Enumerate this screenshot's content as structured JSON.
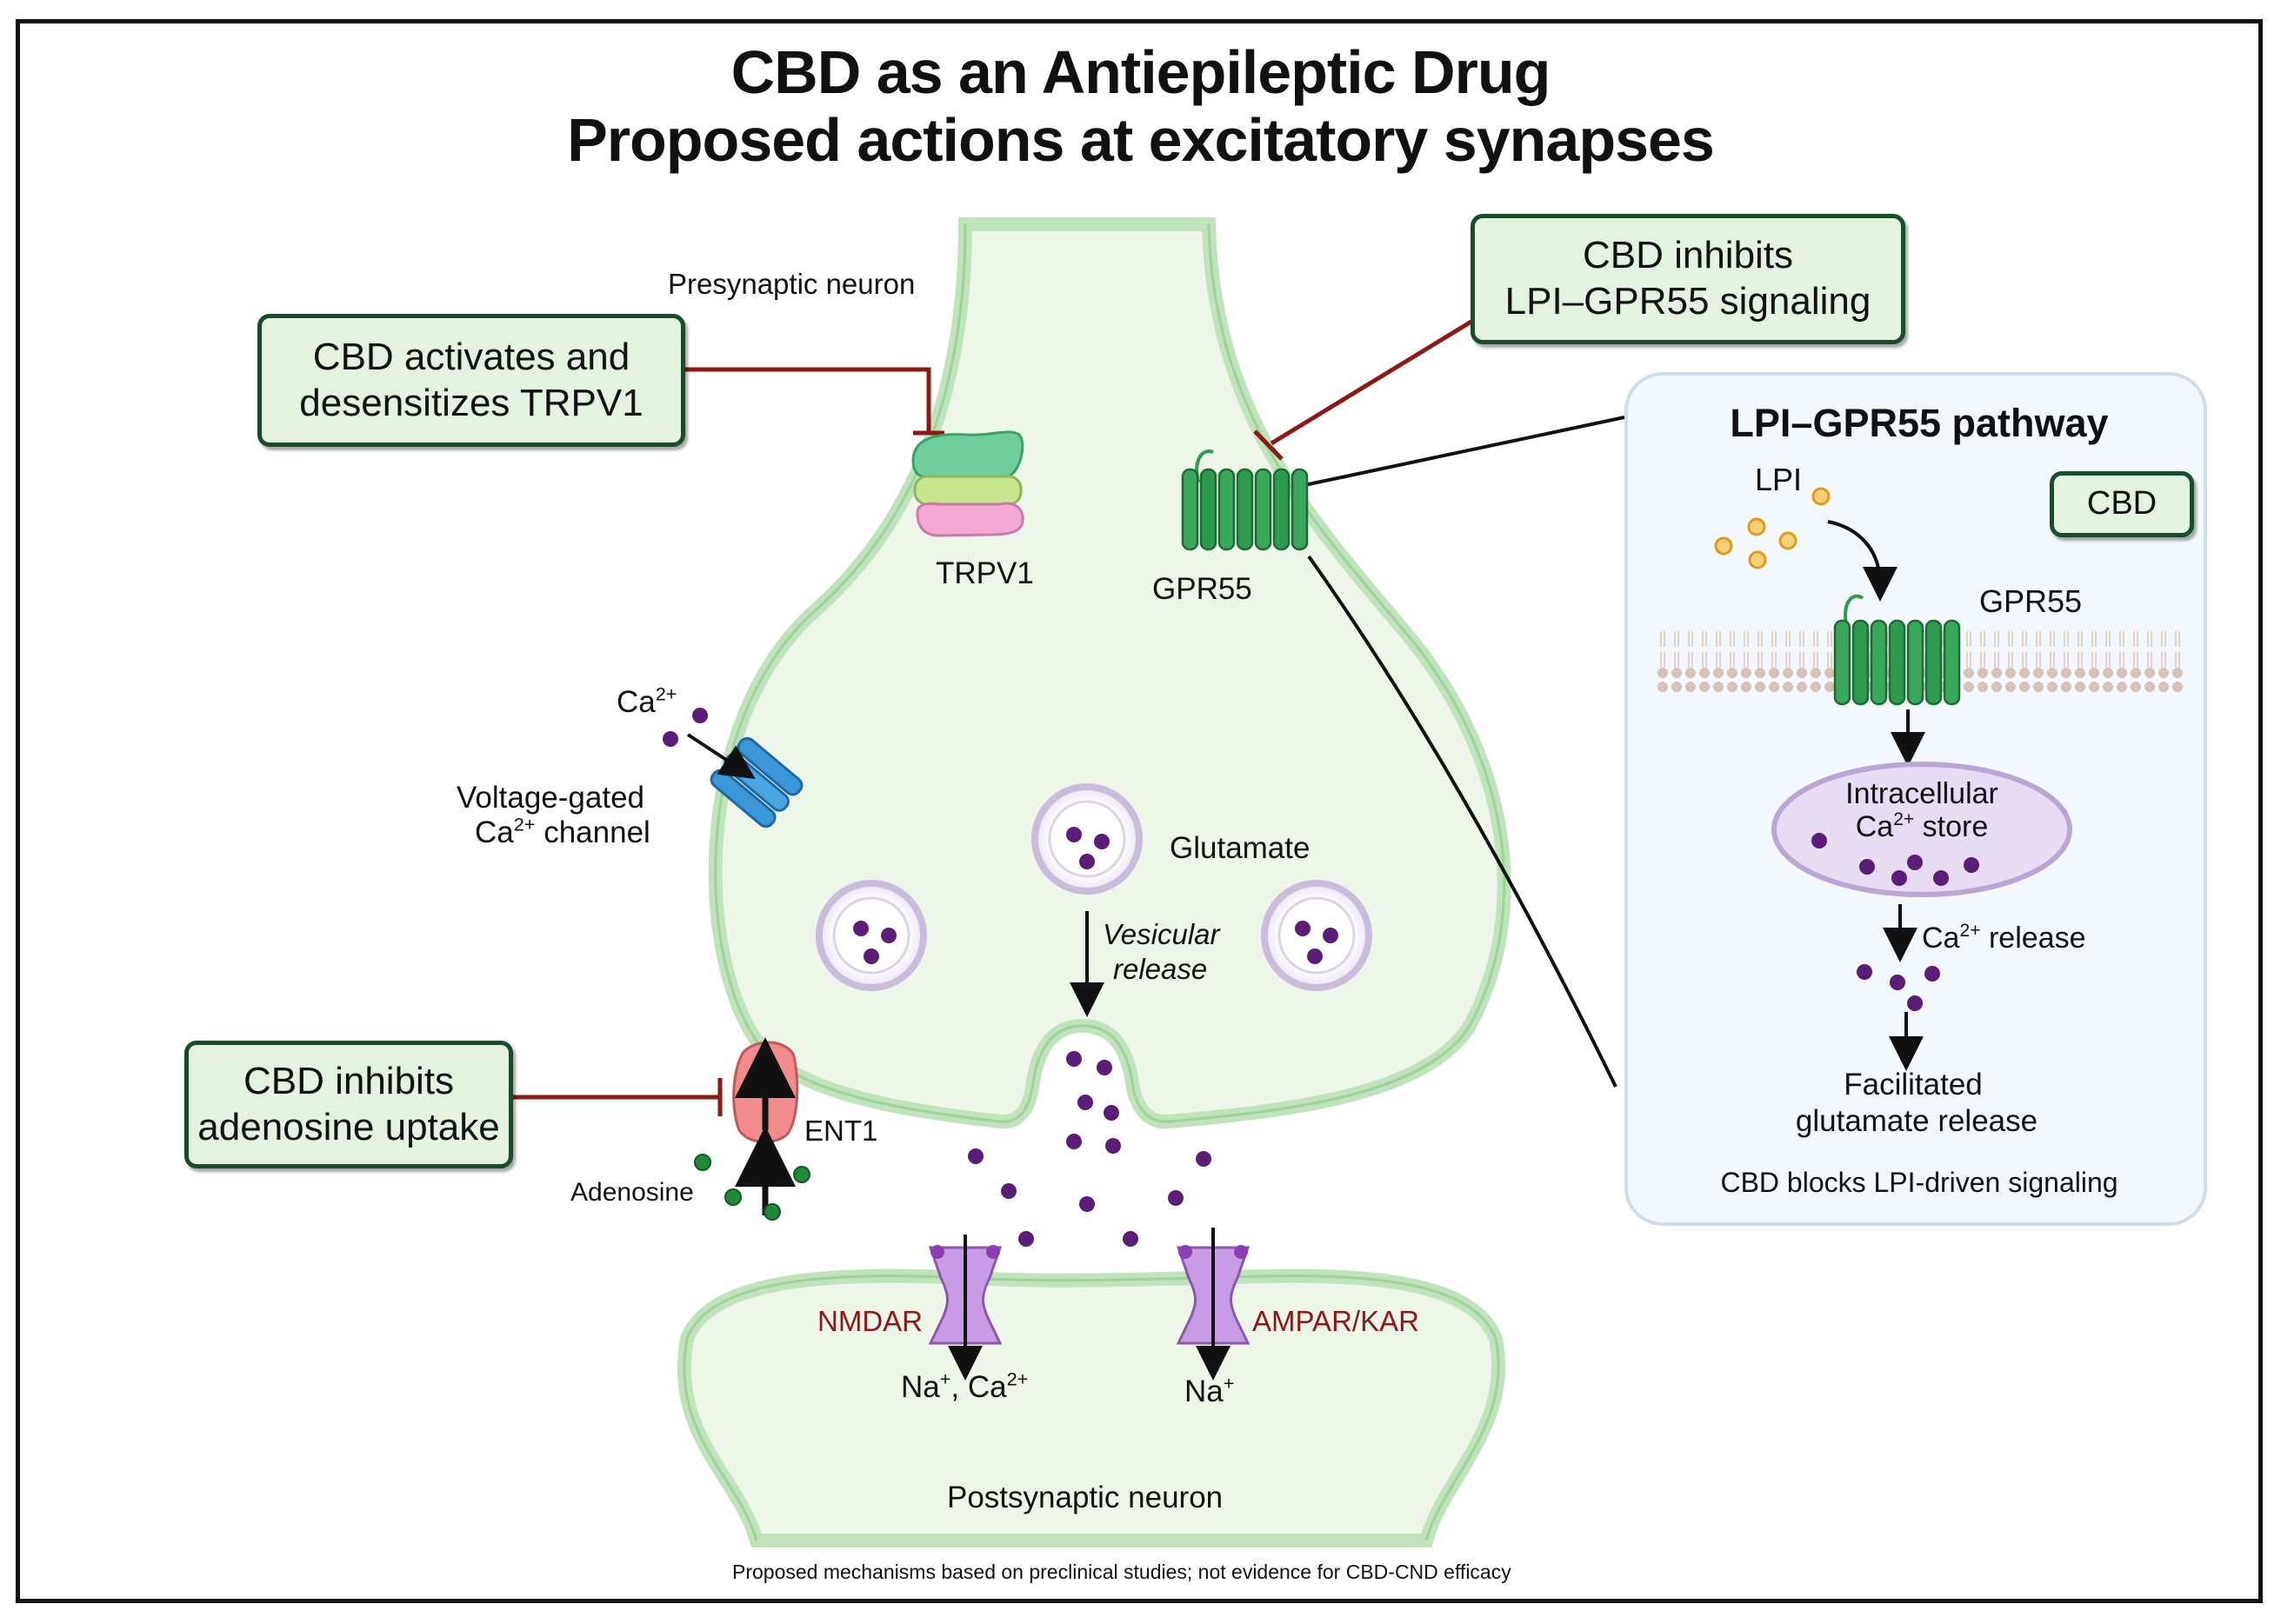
{
  "title": {
    "line1": "CBD as an Antiepileptic Drug",
    "line2": "Proposed actions at excitatory synapses"
  },
  "callouts": {
    "trpv1": {
      "line1": "CBD activates and",
      "line2": "desensitizes TRPV1"
    },
    "gpr55": {
      "line1": "CBD inhibits",
      "line2": "LPI–GPR55 signaling"
    },
    "ent1": {
      "line1": "CBD inhibits",
      "line2": "adenosine uptake"
    }
  },
  "labels": {
    "presynaptic": "Presynaptic neuron",
    "trpv1": "TRPV1",
    "gpr55": "GPR55",
    "ca_ion": "Ca",
    "ca_sup": "2+",
    "vgcc_line1": "Voltage-gated",
    "vgcc_line2_ca": "Ca",
    "vgcc_line2_sup": "2+",
    "vgcc_line2_rest": " channel",
    "glutamate": "Glutamate",
    "vesicular_line1": "Vesicular",
    "vesicular_line2": "release",
    "ent1": "ENT1",
    "adenosine": "Adenosine",
    "nmdar": "NMDAR",
    "ampar": "AMPAR/KAR",
    "nmdar_ions_na": "Na",
    "nmdar_ions_plus": "+",
    "nmdar_ions_ca": ", Ca",
    "nmdar_ions_2plus": "2+",
    "ampar_ions_na": "Na",
    "ampar_ions_plus": "+",
    "postsynaptic": "Postsynaptic neuron",
    "footnote": "Proposed mechanisms based on preclinical studies; not evidence for CBD-CND efficacy"
  },
  "panel": {
    "title": "LPI–GPR55 pathway",
    "lpi": "LPI",
    "cbd": "CBD",
    "gpr55": "GPR55",
    "store_line1": "Intracellular",
    "store_ca": "Ca",
    "store_sup": "2+",
    "store_rest": " store",
    "release_ca": "Ca",
    "release_sup": "2+",
    "release_rest": " release",
    "facilitated_line1": "Facilitated",
    "facilitated_line2": "glutamate release",
    "footer": "CBD blocks LPI-driven signaling"
  },
  "colors": {
    "frame": "#111111",
    "callout_fill": "#e3f3e0",
    "callout_border": "#174d2a",
    "inhibition_line": "#8c1a14",
    "membrane": "#bfe3bb",
    "cytoplasm": "#eef6ea",
    "gpr55": "#2e9a4e",
    "trpv1_top": "#6fcf9c",
    "trpv1_mid": "#c7e58a",
    "trpv1_bottom": "#f3a9d3",
    "vgcc": "#3b97d8",
    "ent1": "#f28c8c",
    "glutamate_dot": "#5b1d78",
    "receptor": "#c99ae6",
    "adenosine_dot": "#1f8a3a",
    "lpi_dot": "#f3b23d",
    "panel_bg": "#f3f8fc"
  },
  "icons": [
    "trpv1-channel",
    "gpr55-receptor",
    "voltage-gated-ca-channel",
    "ent1-transporter",
    "nmdar-receptor",
    "ampar-receptor",
    "synaptic-vesicle",
    "lipid-bilayer",
    "calcium-store"
  ]
}
